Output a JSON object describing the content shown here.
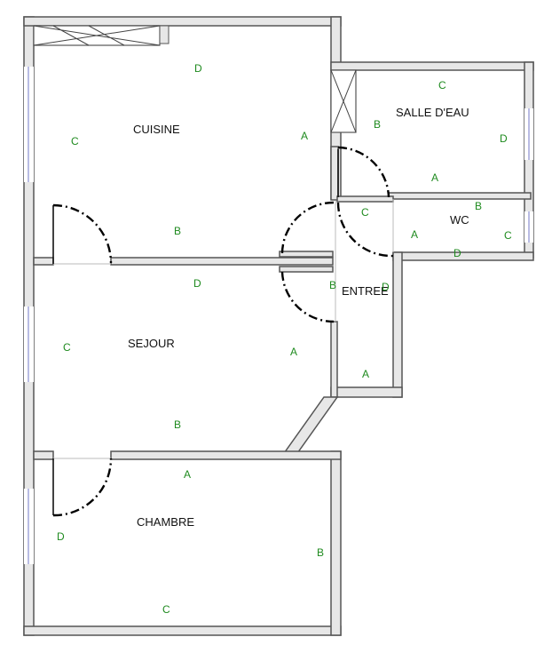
{
  "colors": {
    "wall_label": "#1e8a1e",
    "room_label": "#111111",
    "window": "#8a8fd0"
  },
  "rooms": {
    "cuisine": "CUISINE",
    "salle_deau": "SALLE D'EAU",
    "wc": "WC",
    "entree": "ENTREE",
    "sejour": "SEJOUR",
    "chambre": "CHAMBRE"
  },
  "walls": {
    "cuisine": {
      "top": "D",
      "left": "C",
      "right": "A",
      "bottom": "B"
    },
    "salle_deau": {
      "top": "C",
      "left": "B",
      "right": "D",
      "bottom": "A"
    },
    "wc": {
      "top": "B",
      "left": "A",
      "right": "C",
      "bottom": "D"
    },
    "entree": {
      "top": "C",
      "left": "B",
      "right": "D",
      "bottom": "A"
    },
    "sejour": {
      "top": "D",
      "left": "C",
      "right": "A",
      "bottom": "B"
    },
    "chambre": {
      "top": "A",
      "left": "D",
      "right": "B",
      "bottom": "C"
    }
  }
}
